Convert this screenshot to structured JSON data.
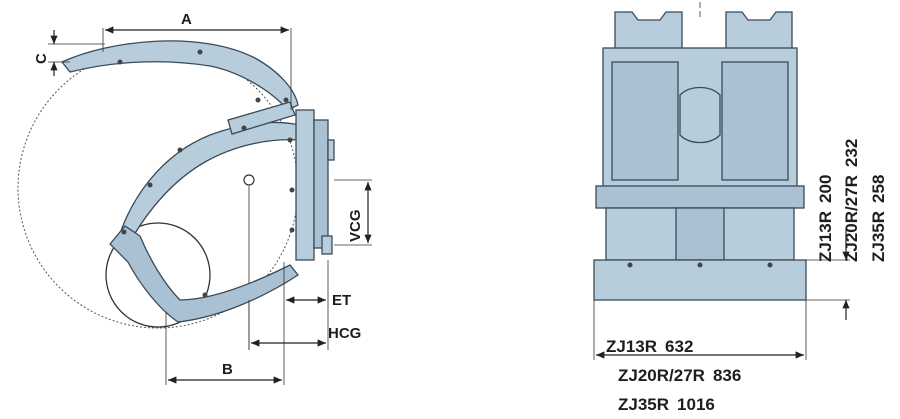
{
  "side_view": {
    "labels": {
      "a": "A",
      "b": "B",
      "c": "C",
      "vcg": "VCG",
      "et": "ET",
      "hcg": "HCG"
    }
  },
  "rear_view": {
    "height_dims": [
      {
        "model": "ZJ13R",
        "value": "200"
      },
      {
        "model": "ZJ20R/27R",
        "value": "232"
      },
      {
        "model": "ZJ35R",
        "value": "258"
      }
    ],
    "width_dims": [
      {
        "model": "ZJ13R",
        "value": "632"
      },
      {
        "model": "ZJ20R/27R",
        "value": "836"
      },
      {
        "model": "ZJ35R",
        "value": "1016"
      }
    ]
  },
  "colors": {
    "part_fill": "#b7cddc",
    "outline": "#3a4a58",
    "text": "#1e1e1e"
  }
}
